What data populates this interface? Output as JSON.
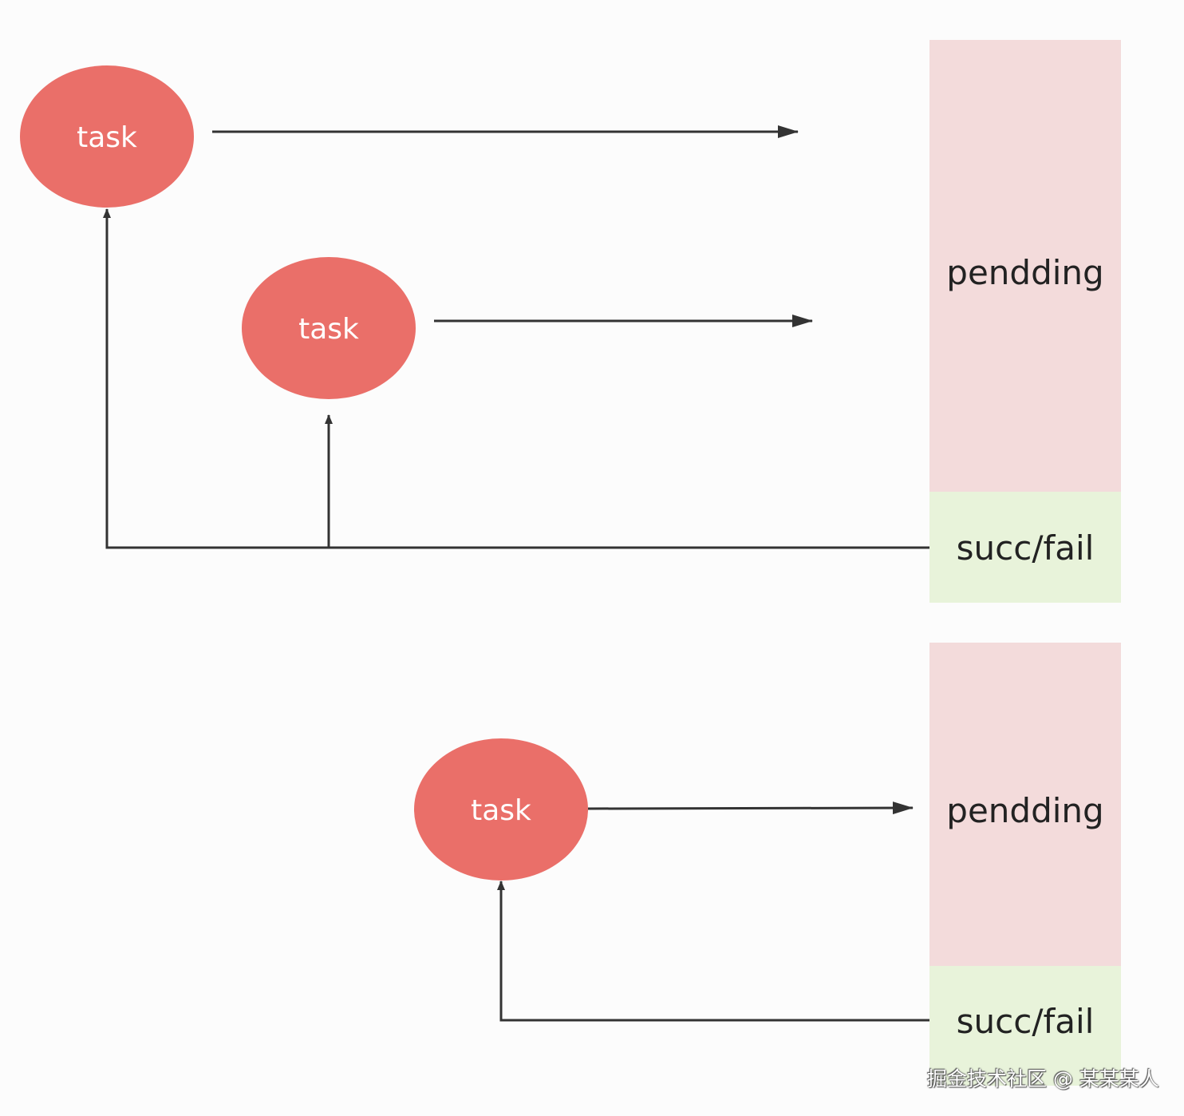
{
  "colors": {
    "task_fill": "#ea6f69",
    "pending_fill": "#f3dbdb",
    "settled_fill": "#e8f3da",
    "edge": "#333333",
    "background": "#fcfcfc"
  },
  "top_group": {
    "tasks": [
      "task",
      "task"
    ],
    "pending_label": "pendding",
    "settled_label": "succ/fail"
  },
  "bottom_group": {
    "task": "task",
    "pending_label": "pendding",
    "settled_label": "succ/fail"
  },
  "watermark": "掘金技术社区 @ 某某某人"
}
